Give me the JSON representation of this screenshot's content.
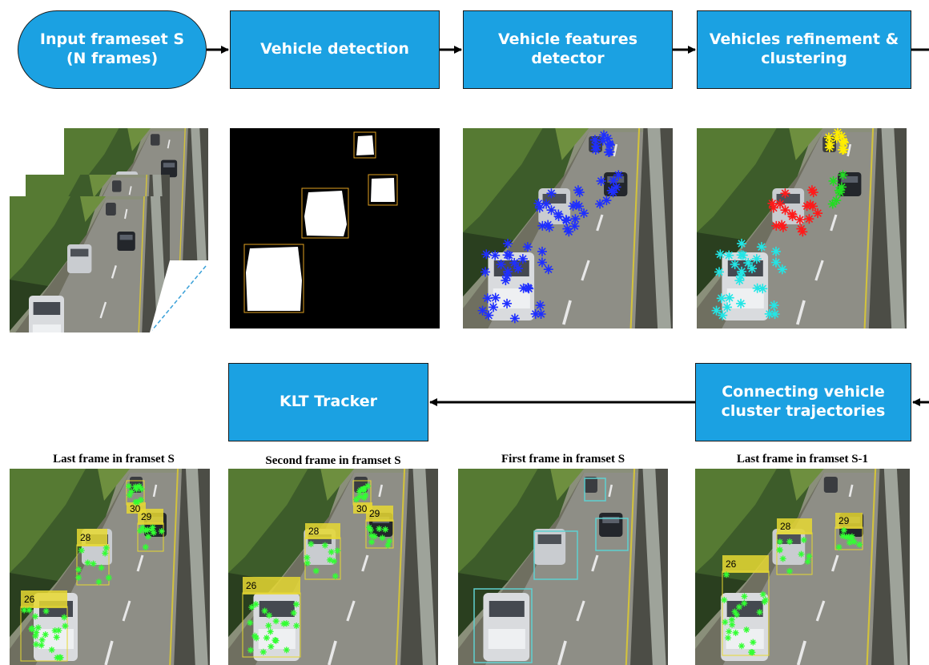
{
  "flow": {
    "input": "Input frameset S\n(N frames)",
    "detection": "Vehicle detection",
    "features": "Vehicle features\ndetector",
    "refinement": "Vehicles refinement &\nclustering",
    "klt": "KLT Tracker",
    "connecting": "Connecting vehicle\ncluster trajectories"
  },
  "captions": {
    "last_s": "Last frame in framset S",
    "second_s": "Second frame in framset S",
    "first_s": "First frame in framset S",
    "last_s1": "Last frame in framset S-1"
  },
  "labels": {
    "f1": [
      "26",
      "28",
      "30",
      "29"
    ],
    "f2": [
      "26",
      "28",
      "30",
      "29"
    ],
    "f4": [
      "26",
      "28",
      "29"
    ]
  },
  "colors": {
    "box": "#1ba1e2",
    "cluster_red": "#ff1a1a",
    "cluster_cyan": "#22e6e6",
    "cluster_yellow": "#ffee00",
    "cluster_green": "#22dd22",
    "features_blue": "#1f2fff",
    "track_green": "#33ff33",
    "label_yellow": "#e6d832",
    "detect_cyan": "#5fd0d0"
  }
}
